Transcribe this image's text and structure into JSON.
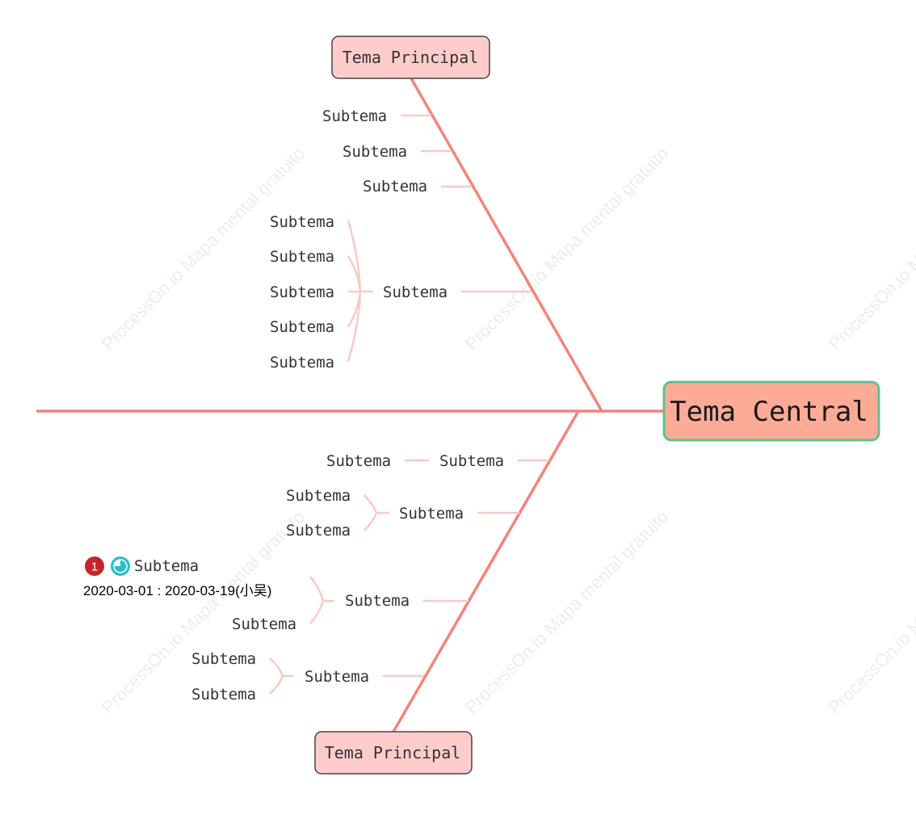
{
  "watermark": "ProcessOn.io Mapa mental gratuito",
  "central": {
    "label": "Tema Central"
  },
  "top_main": {
    "label": "Tema Principal"
  },
  "bottom_main": {
    "label": "Tema Principal"
  },
  "top_branches": {
    "b1": "Subtema",
    "b2": "Subtema",
    "b3": "Subtema",
    "b4": {
      "label": "Subtema",
      "children": [
        "Subtema",
        "Subtema",
        "Subtema",
        "Subtema",
        "Subtema"
      ]
    }
  },
  "bottom_branches": {
    "b1": {
      "label": "Subtema",
      "children": [
        "Subtema"
      ]
    },
    "b2": {
      "label": "Subtema",
      "children": [
        "Subtema",
        "Subtema"
      ]
    },
    "b3": {
      "label": "Subtema",
      "children": [
        {
          "label": "Subtema",
          "priority": "1",
          "progress_icon": "progress-quarter-pie-icon",
          "date": "2020-03-01 : 2020-03-19(小吴)"
        },
        {
          "label": "Subtema"
        }
      ]
    },
    "b4": {
      "label": "Subtema",
      "children": [
        "Subtema",
        "Subtema"
      ]
    }
  },
  "colors": {
    "spine": "#f4837d",
    "sub_line": "#f9c9c6",
    "central_fill": "#fdaa97",
    "central_border": "#5cc28f",
    "main_fill": "#ffcccc",
    "main_border": "#444444",
    "priority_badge": "#c8232c",
    "progress_icon": "#2bbec8"
  }
}
